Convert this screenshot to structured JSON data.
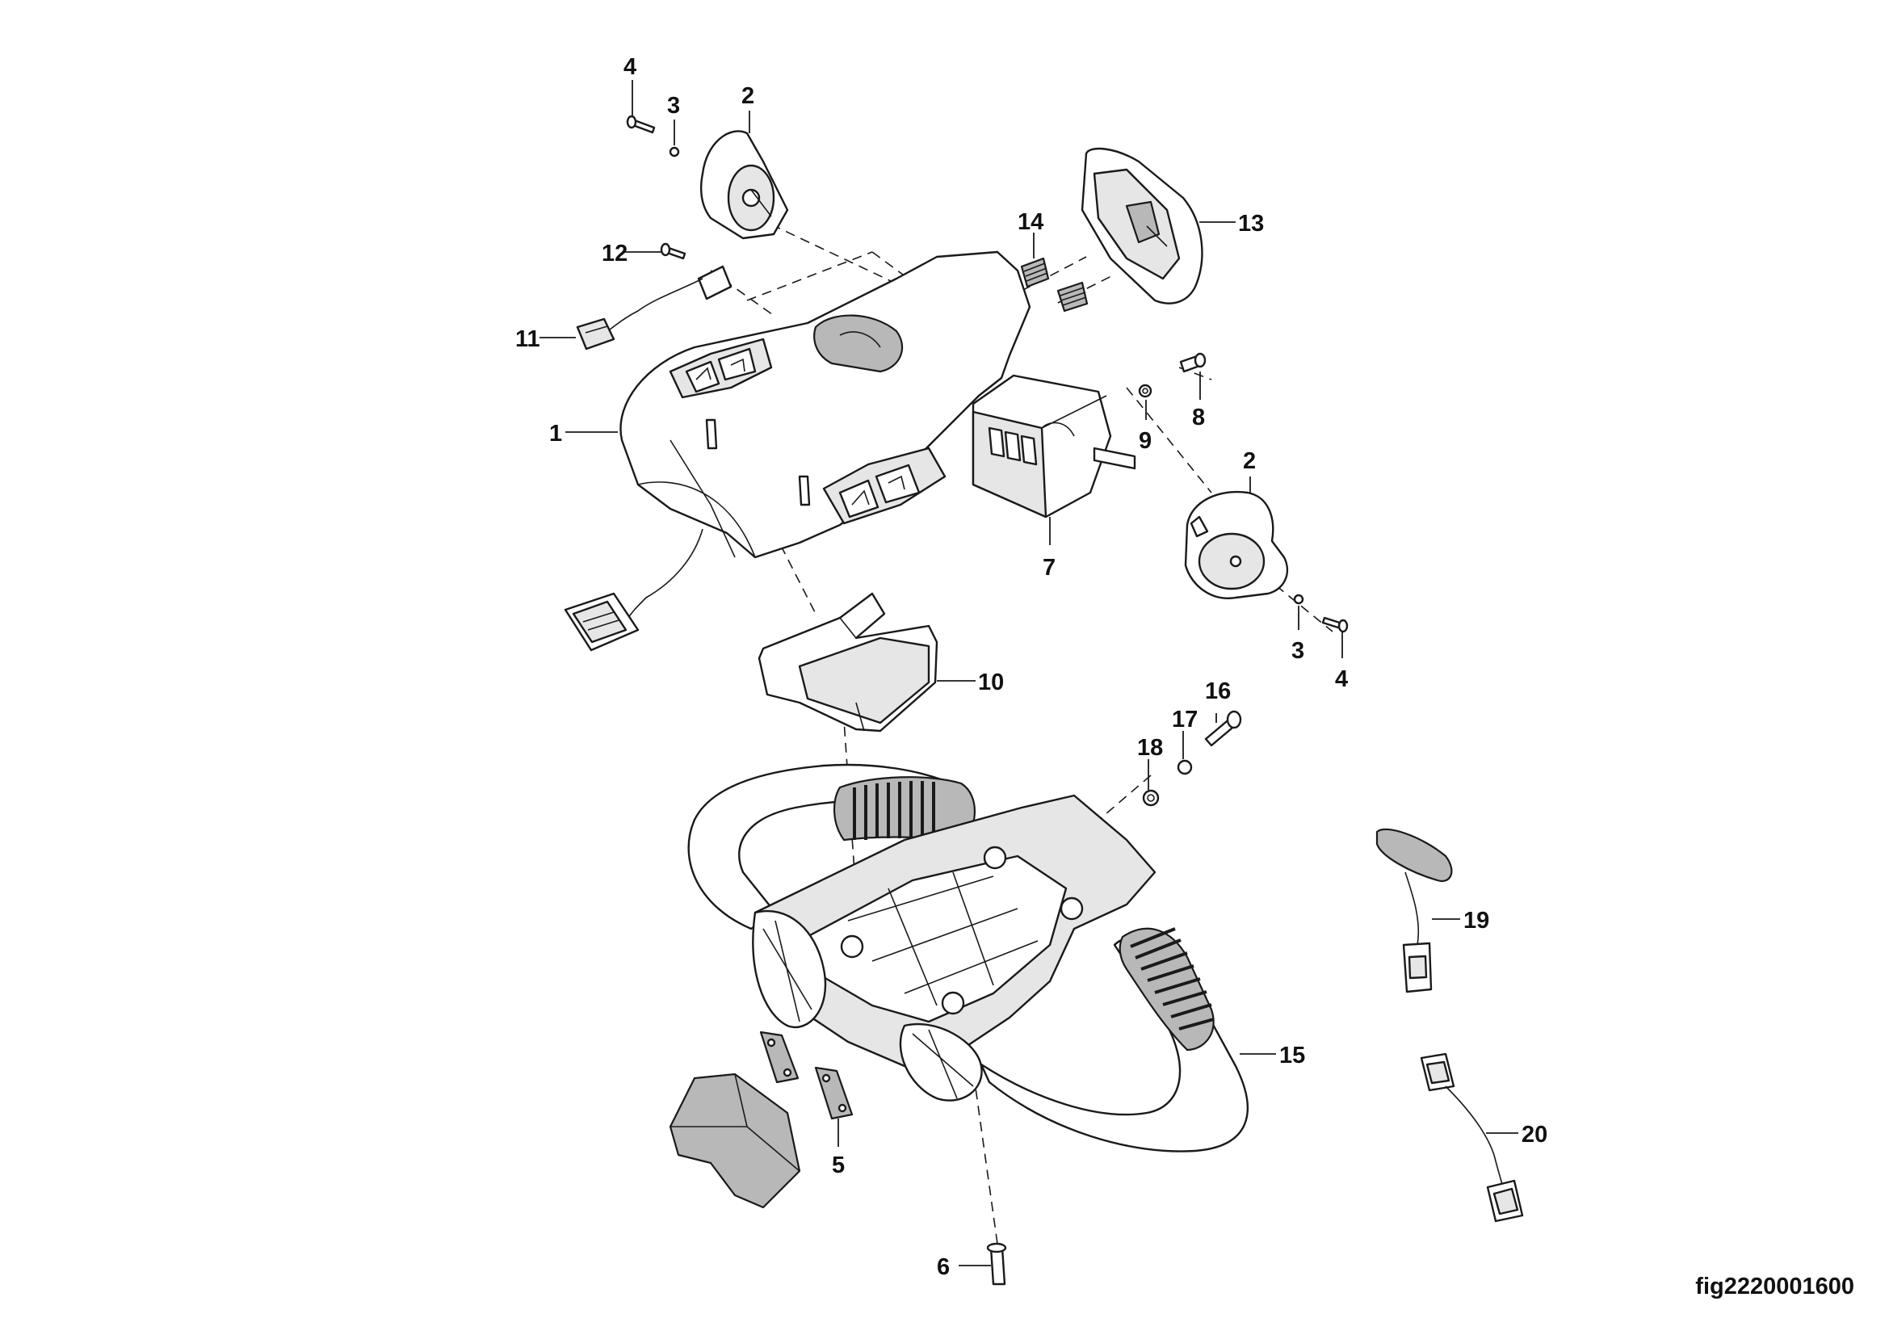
{
  "figure": {
    "id": "fig2220001600",
    "callouts": [
      "1",
      "2",
      "2",
      "3",
      "3",
      "4",
      "4",
      "5",
      "6",
      "7",
      "8",
      "9",
      "10",
      "11",
      "12",
      "13",
      "14",
      "15",
      "16",
      "17",
      "18",
      "19",
      "20"
    ]
  }
}
